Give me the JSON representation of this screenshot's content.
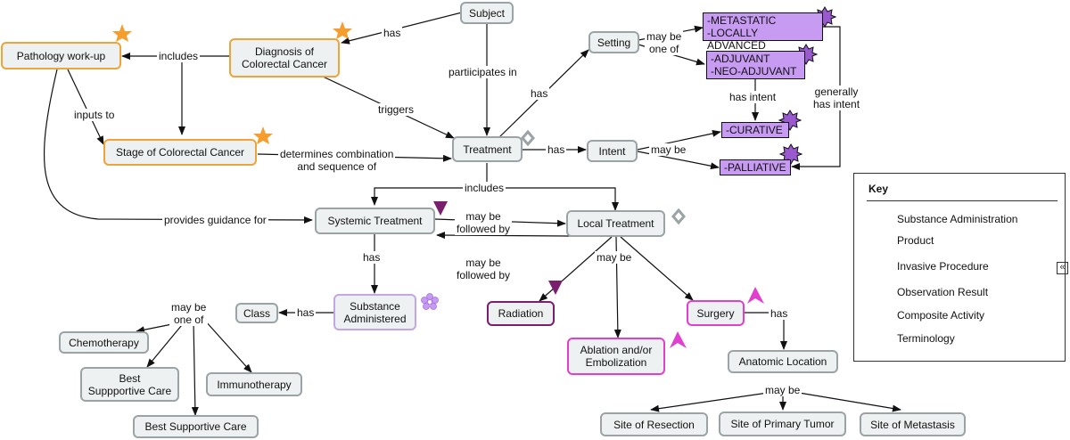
{
  "nodes": {
    "subject": "Subject",
    "pathology": "Pathology work-up",
    "diagnosis": "Diagnosis of\nColorectal Cancer",
    "stage": "Stage of Colorectal Cancer",
    "setting": "Setting",
    "treatment": "Treatment",
    "intent": "Intent",
    "systemic": "Systemic Treatment",
    "local": "Local Treatment",
    "substance": "Substance\nAdministered",
    "class": "Class",
    "chemo": "Chemotherapy",
    "best1": "Best\nSuppportive Care",
    "immuno": "Immunotherapy",
    "best2": "Best Supportive Care",
    "radiation": "Radiation",
    "surgery": "Surgery",
    "ablation": "Ablation and/or\nEmbolization",
    "anatomic": "Anatomic Location",
    "resection": "Site of Resection",
    "primary": "Site of Primary Tumor",
    "metastasis": "Site of Metastasis"
  },
  "terms": {
    "metastatic": "-METASTATIC\n-LOCALLY ADVANCED",
    "adjuvant": "-ADJUVANT\n-NEO-ADJUVANT",
    "curative": "-CURATIVE",
    "palliative": "-PALLIATIVE"
  },
  "edge_labels": {
    "has1": "has",
    "includes1": "includes",
    "participates": "partiicipates in",
    "inputs": "inputs to",
    "triggers": "triggers",
    "has2": "has",
    "maybeone1": "may be\none of",
    "hasintent": "has intent",
    "generally": "generally\nhas intent",
    "determines": "determines combination\nand sequence of",
    "has3": "has",
    "maybe1": "may be",
    "includes2": "includes",
    "provides": "provides guidance for",
    "followed1": "may be\nfollowed by",
    "followed2": "may be\nfollowed by",
    "has4": "has",
    "maybe2": "may be",
    "has5": "has",
    "maybeone2": "may be\none of",
    "has6": "has",
    "maybe3": "may be"
  },
  "key": {
    "title": "Key",
    "items": [
      "Substance Administration",
      "Product",
      "Invasive Procedure",
      "Observation Result",
      "Composite Activity",
      "Terminology"
    ]
  },
  "colors": {
    "orange": "#f0a33a",
    "lavender": "#c3a6e6",
    "magenta": "#e13fd0",
    "purple": "#7a1f6e",
    "term_fill": "#c79bf2",
    "gray": "#9aa3a6"
  },
  "collapse_glyph": "«"
}
